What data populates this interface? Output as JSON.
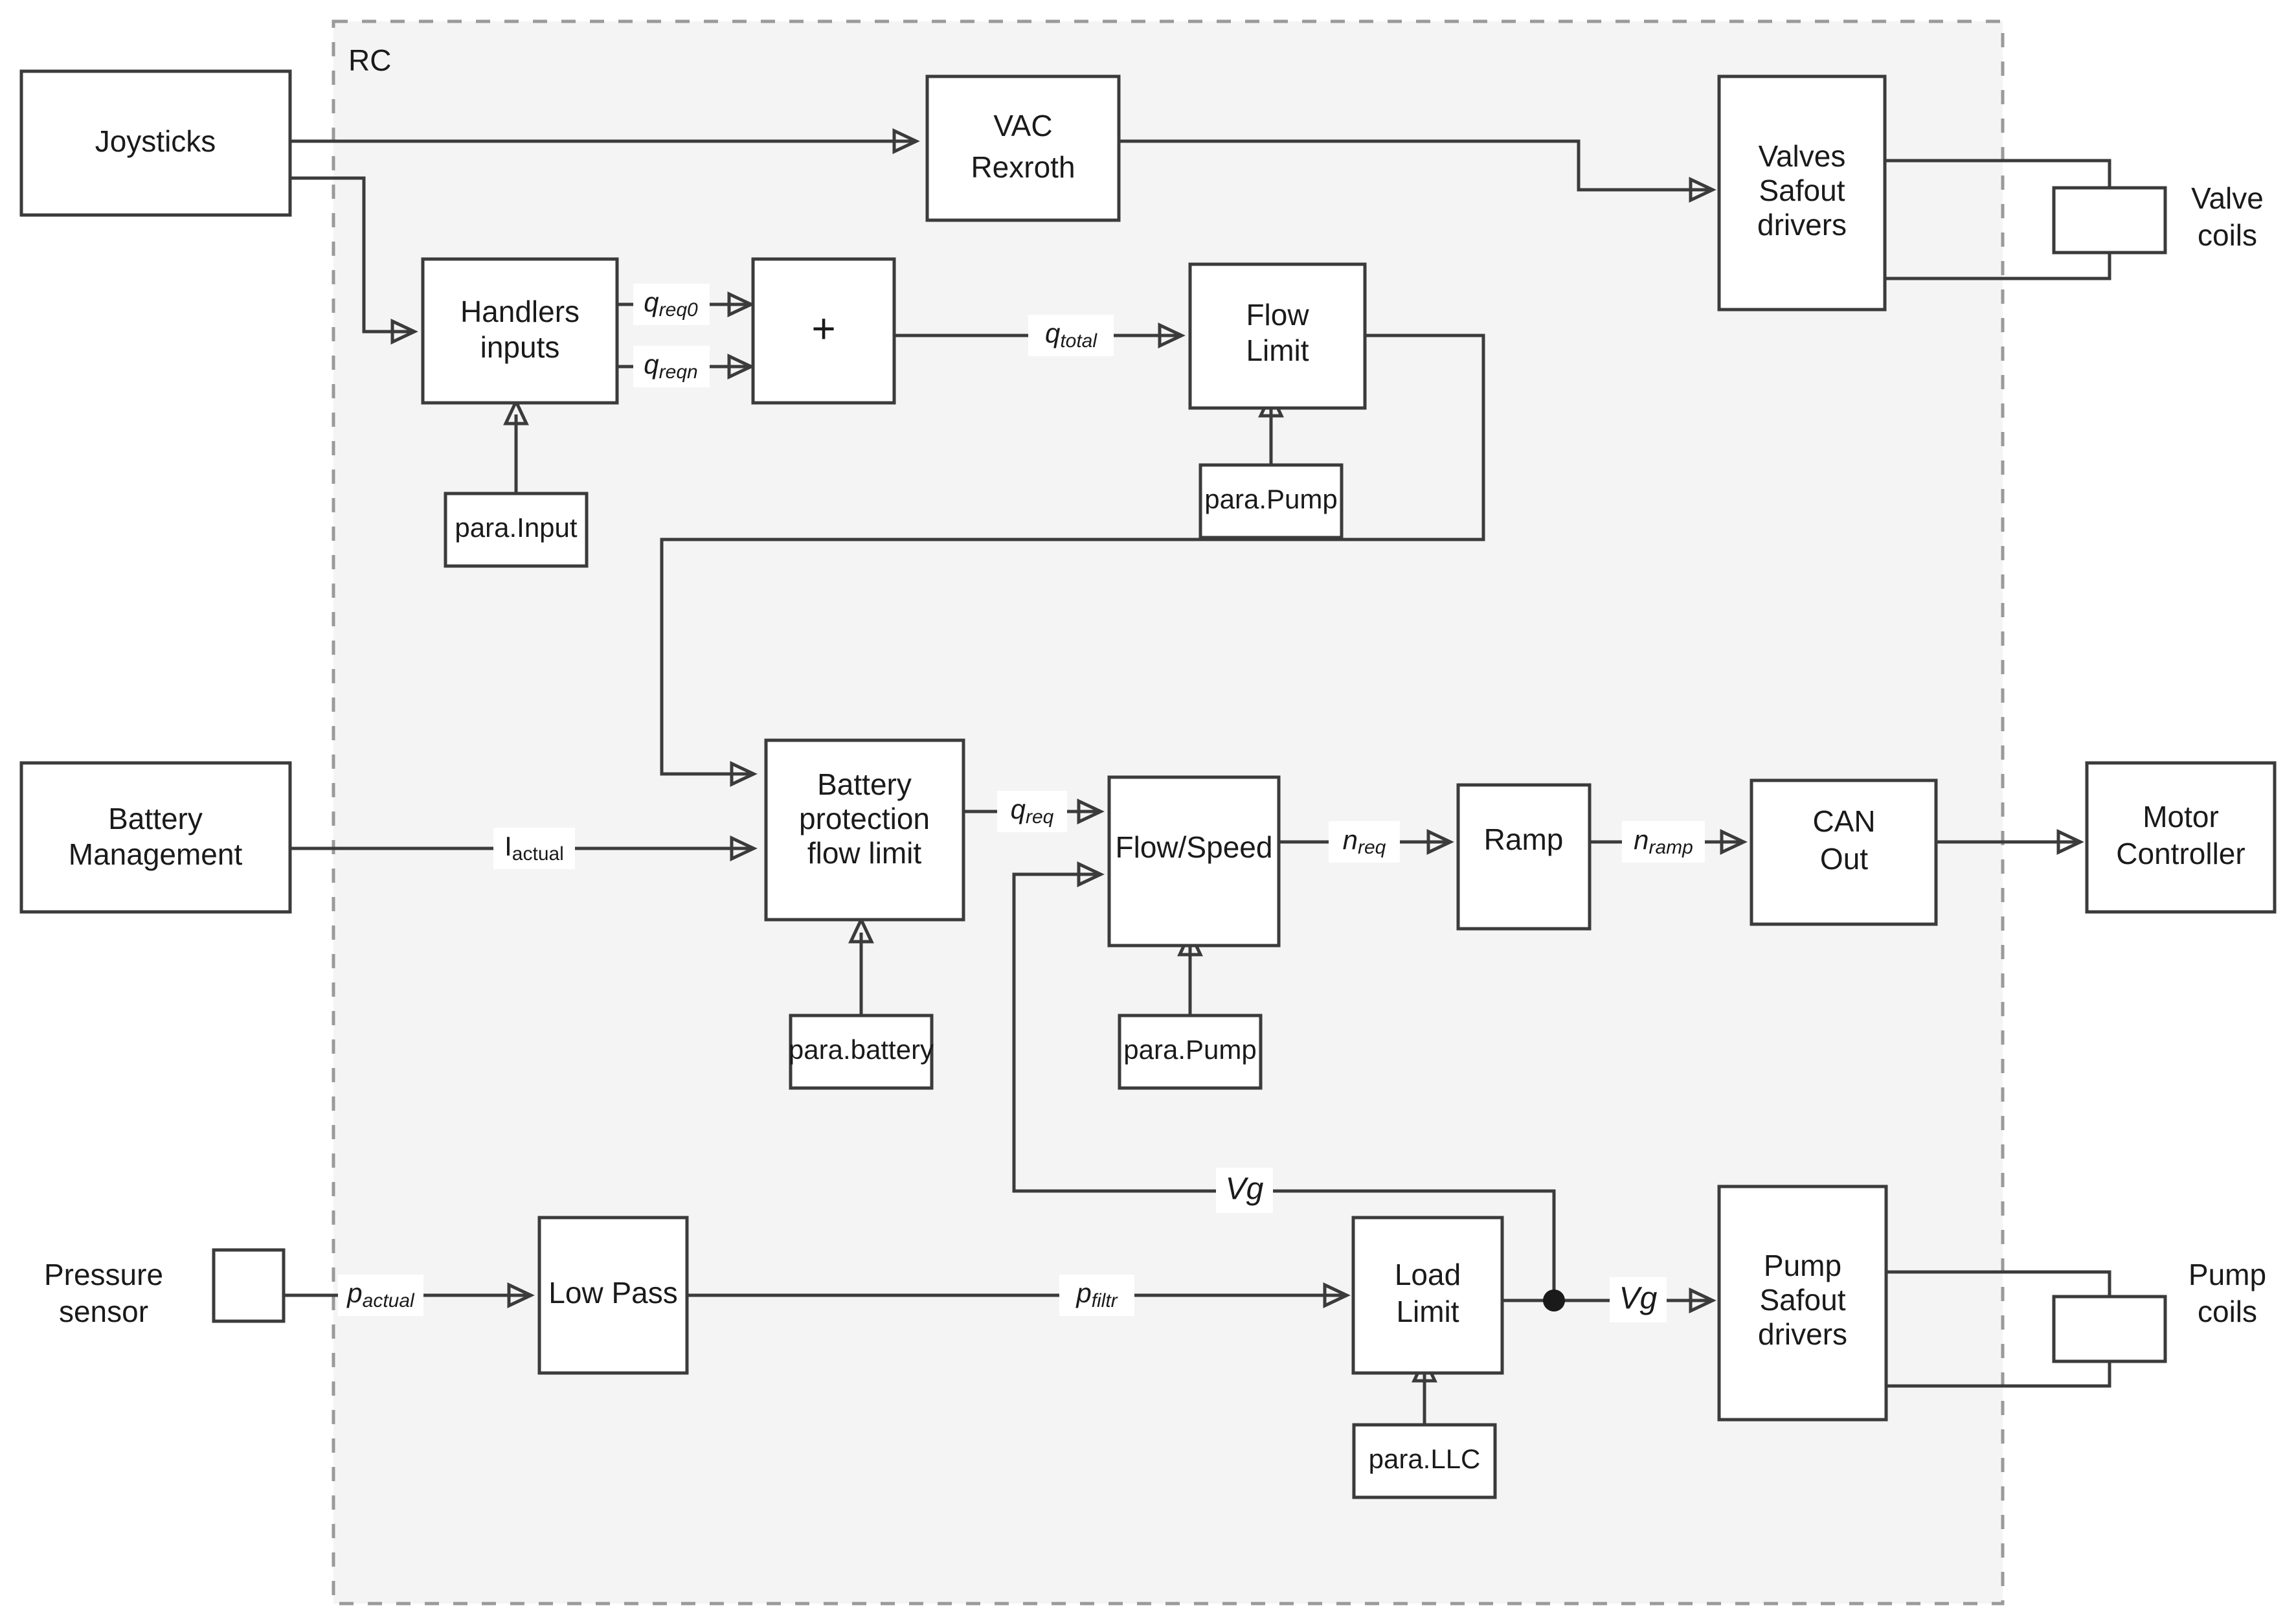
{
  "diagram": {
    "title": "RC hydraulic-electric control block diagram",
    "region_label": "RC",
    "colors": {
      "region_fill": "#f4f4f4",
      "region_stroke": "#9a9a9a",
      "block_stroke": "#3b3b3b",
      "block_fill": "#ffffff",
      "wire": "#3b3b3b",
      "text": "#1a1a1a"
    }
  },
  "blocks": {
    "joysticks": "Joysticks",
    "vac_rexroth_l1": "VAC",
    "vac_rexroth_l2": "Rexroth",
    "valves_safout_l1": "Valves",
    "valves_safout_l2": "Safout",
    "valves_safout_l3": "drivers",
    "handlers_inputs_l1": "Handlers",
    "handlers_inputs_l2": "inputs",
    "sum": "+",
    "flow_limit_l1": "Flow",
    "flow_limit_l2": "Limit",
    "para_input": "para.Input",
    "para_pump_top": "para.Pump",
    "battery_management_l1": "Battery",
    "battery_management_l2": "Management",
    "battery_protection_l1": "Battery",
    "battery_protection_l2": "protection",
    "battery_protection_l3": "flow limit",
    "flow_speed": "Flow/Speed",
    "ramp": "Ramp",
    "can_out_l1": "CAN",
    "can_out_l2": "Out",
    "motor_controller_l1": "Motor",
    "motor_controller_l2": "Controller",
    "para_battery": "para.battery",
    "para_pump_mid": "para.Pump",
    "pressure_sensor_l1": "Pressure",
    "pressure_sensor_l2": "sensor",
    "low_pass": "Low Pass",
    "load_limit_l1": "Load",
    "load_limit_l2": "Limit",
    "para_llc": "para.LLC",
    "pump_safout_l1": "Pump",
    "pump_safout_l2": "Safout",
    "pump_safout_l3": "drivers",
    "valve_coils_l1": "Valve",
    "valve_coils_l2": "coils",
    "pump_coils_l1": "Pump",
    "pump_coils_l2": "coils"
  },
  "signals": {
    "q_req0_base": "q",
    "q_req0_sub": "req0",
    "q_reqn_base": "q",
    "q_reqn_sub": "reqn",
    "q_total_base": "q",
    "q_total_sub": "total",
    "q_req_base": "q",
    "q_req_sub": "req",
    "i_actual_base": "I",
    "i_actual_sub": "actual",
    "n_req_base": "n",
    "n_req_sub": "req",
    "n_ramp_base": "n",
    "n_ramp_sub": "ramp",
    "p_actual_base": "p",
    "p_actual_sub": "actual",
    "p_filtr_base": "p",
    "p_filtr_sub": "filtr",
    "vg_feedback": "Vg",
    "vg_output": "Vg"
  }
}
